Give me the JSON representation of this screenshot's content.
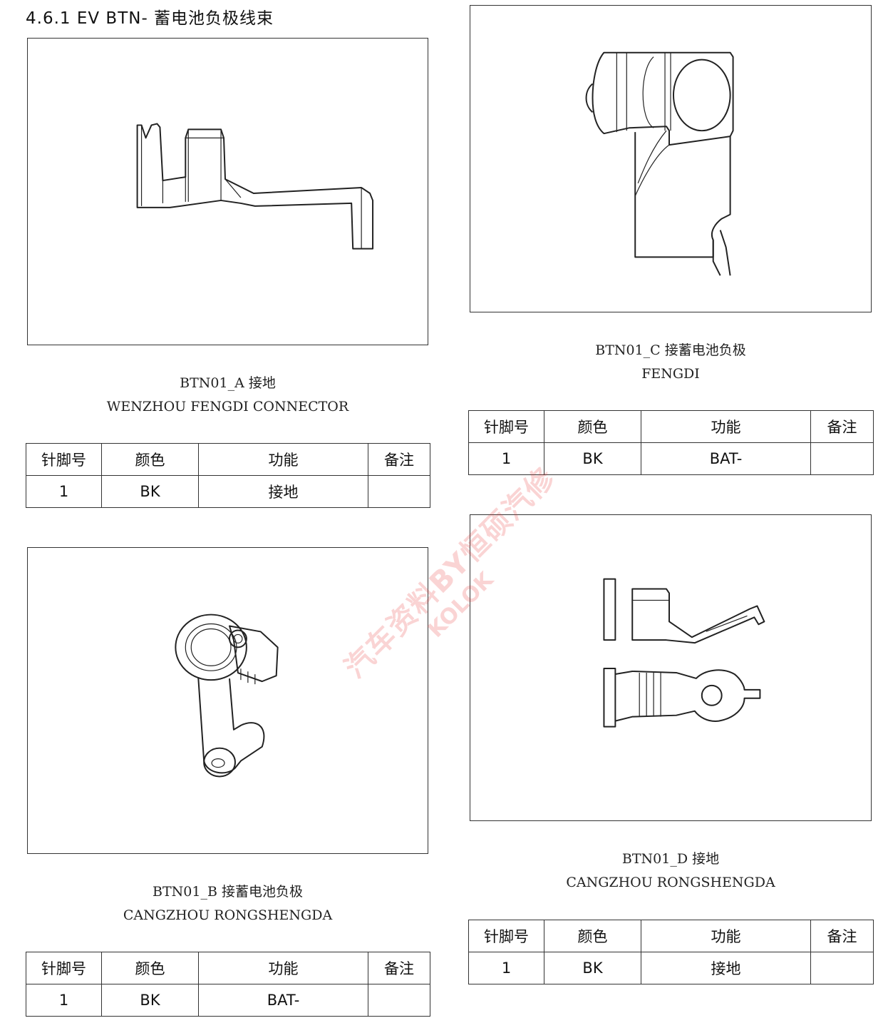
{
  "page_title": "4.6.1 EV BTN- 蓄电池负极线束",
  "table_headers": [
    "针脚号",
    "颜色",
    "功能",
    "备注"
  ],
  "connectors": [
    {
      "caption_line1": "BTN01_A 接地",
      "caption_line2": "WENZHOU FENGDI CONNECTOR",
      "row": {
        "pin": "1",
        "color": "BK",
        "function": "接地",
        "note": ""
      }
    },
    {
      "caption_line1": "BTN01_B 接蓄电池负极",
      "caption_line2": "CANGZHOU RONGSHENGDA",
      "row": {
        "pin": "1",
        "color": "BK",
        "function": "BAT-",
        "note": ""
      }
    },
    {
      "caption_line1": "BTN01_C 接蓄电池负极",
      "caption_line2": "FENGDI",
      "row": {
        "pin": "1",
        "color": "BK",
        "function": "BAT-",
        "note": ""
      }
    },
    {
      "caption_line1": "BTN01_D 接地",
      "caption_line2": "CANGZHOU RONGSHENGDA",
      "row": {
        "pin": "1",
        "color": "BK",
        "function": "接地",
        "note": ""
      }
    }
  ],
  "watermark": {
    "main": "汽车资料BY恒硕汽修",
    "sub": "KOLOK"
  }
}
